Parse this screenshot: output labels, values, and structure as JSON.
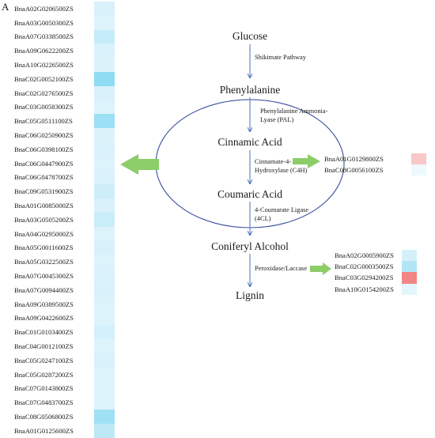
{
  "panel_label": "A",
  "heatmap_genes": [
    {
      "name": "BnaA02G0206500ZS",
      "color": "#d8f1fb"
    },
    {
      "name": "BnaA03G0050300ZS",
      "color": "#dcf3fb"
    },
    {
      "name": "BnaA07G0338500ZS",
      "color": "#c4ebf8"
    },
    {
      "name": "BnaA09G0622200ZS",
      "color": "#daf2fb"
    },
    {
      "name": "BnaA10G0226500ZS",
      "color": "#dcf3fb"
    },
    {
      "name": "BnaC02G0052100ZS",
      "color": "#8fdcf3"
    },
    {
      "name": "BnaC02G0276500ZS",
      "color": "#d8f1fb"
    },
    {
      "name": "BnaC03G0058300ZS",
      "color": "#dcf3fb"
    },
    {
      "name": "BnaC05G0511100ZS",
      "color": "#9be0f4"
    },
    {
      "name": "BnaC06G0250900ZS",
      "color": "#dcf3fb"
    },
    {
      "name": "BnaC06G0398100ZS",
      "color": "#daf2fb"
    },
    {
      "name": "BnaC06G0447900ZS",
      "color": "#dcf3fb"
    },
    {
      "name": "BnaC06G0478700ZS",
      "color": "#daf2fb"
    },
    {
      "name": "BnaC09G0531900ZS",
      "color": "#cdeef9"
    },
    {
      "name": "BnaA01G0085000ZS",
      "color": "#d8f1fb"
    },
    {
      "name": "BnaA03G0505200ZS",
      "color": "#c9edf9"
    },
    {
      "name": "BnaA04G0295000ZS",
      "color": "#dcf3fb"
    },
    {
      "name": "BnaA05G0011600ZS",
      "color": "#d6f1fb"
    },
    {
      "name": "BnaA05G0322500ZS",
      "color": "#dcf3fb"
    },
    {
      "name": "BnaA07G0045300ZS",
      "color": "#daf2fb"
    },
    {
      "name": "BnaA07G0094400ZS",
      "color": "#d8f1fb"
    },
    {
      "name": "BnaA09G0389500ZS",
      "color": "#dcf3fb"
    },
    {
      "name": "BnaA09G0422600ZS",
      "color": "#dcf3fb"
    },
    {
      "name": "BnaC01G0103400ZS",
      "color": "#d4f0fa"
    },
    {
      "name": "BnaC04G0012100ZS",
      "color": "#dcf3fb"
    },
    {
      "name": "BnaC05G0247100ZS",
      "color": "#d8f1fb"
    },
    {
      "name": "BnaC05G0287200ZS",
      "color": "#dcf3fb"
    },
    {
      "name": "BnaC07G0143800ZS",
      "color": "#dcf3fb"
    },
    {
      "name": "BnaC07G0483700ZS",
      "color": "#dcf3fb"
    },
    {
      "name": "BnaC08G0506800ZS",
      "color": "#9ee1f5"
    },
    {
      "name": "BnaA01G0125600ZS",
      "color": "#bde9f7"
    }
  ],
  "pathway": {
    "nodes": [
      "Glucose",
      "Phenylalanine",
      "Cinnamic Acid",
      "Coumaric Acid",
      "Coniferyl Alcohol",
      "Lignin"
    ],
    "steps": [
      {
        "lines": [
          "Shikimate Pathway"
        ]
      },
      {
        "lines": [
          "Phenylalanine Ammonia-",
          "Lyase (PAL)"
        ]
      },
      {
        "lines": [
          "Cinnamate-4-",
          "Hydroxylase (C4H)"
        ]
      },
      {
        "lines": [
          "4-Coumarate Ligase",
          "(4CL)"
        ]
      },
      {
        "lines": [
          "Peroxidase/Laccase"
        ]
      }
    ]
  },
  "c4h_genes": [
    {
      "name": "BnaA01G0129800ZS",
      "color": "#f8c8c8"
    },
    {
      "name": "BnaC08G0056100ZS",
      "color": "#eef9fd"
    }
  ],
  "prx_genes": [
    {
      "name": "BnaA02G0005900ZS",
      "color": "#d4f0fa"
    },
    {
      "name": "BnaC02G0003500ZS",
      "color": "#b2e6f6"
    },
    {
      "name": "BnaC03G0294200ZS",
      "color": "#f28585"
    },
    {
      "name": "BnaA10G0154200ZS",
      "color": "#e4f6fc"
    }
  ],
  "colors": {
    "arrow_line": "#4a6fb5",
    "ellipse": "#3a4fa0",
    "big_arrow": "#8ccd6a"
  }
}
